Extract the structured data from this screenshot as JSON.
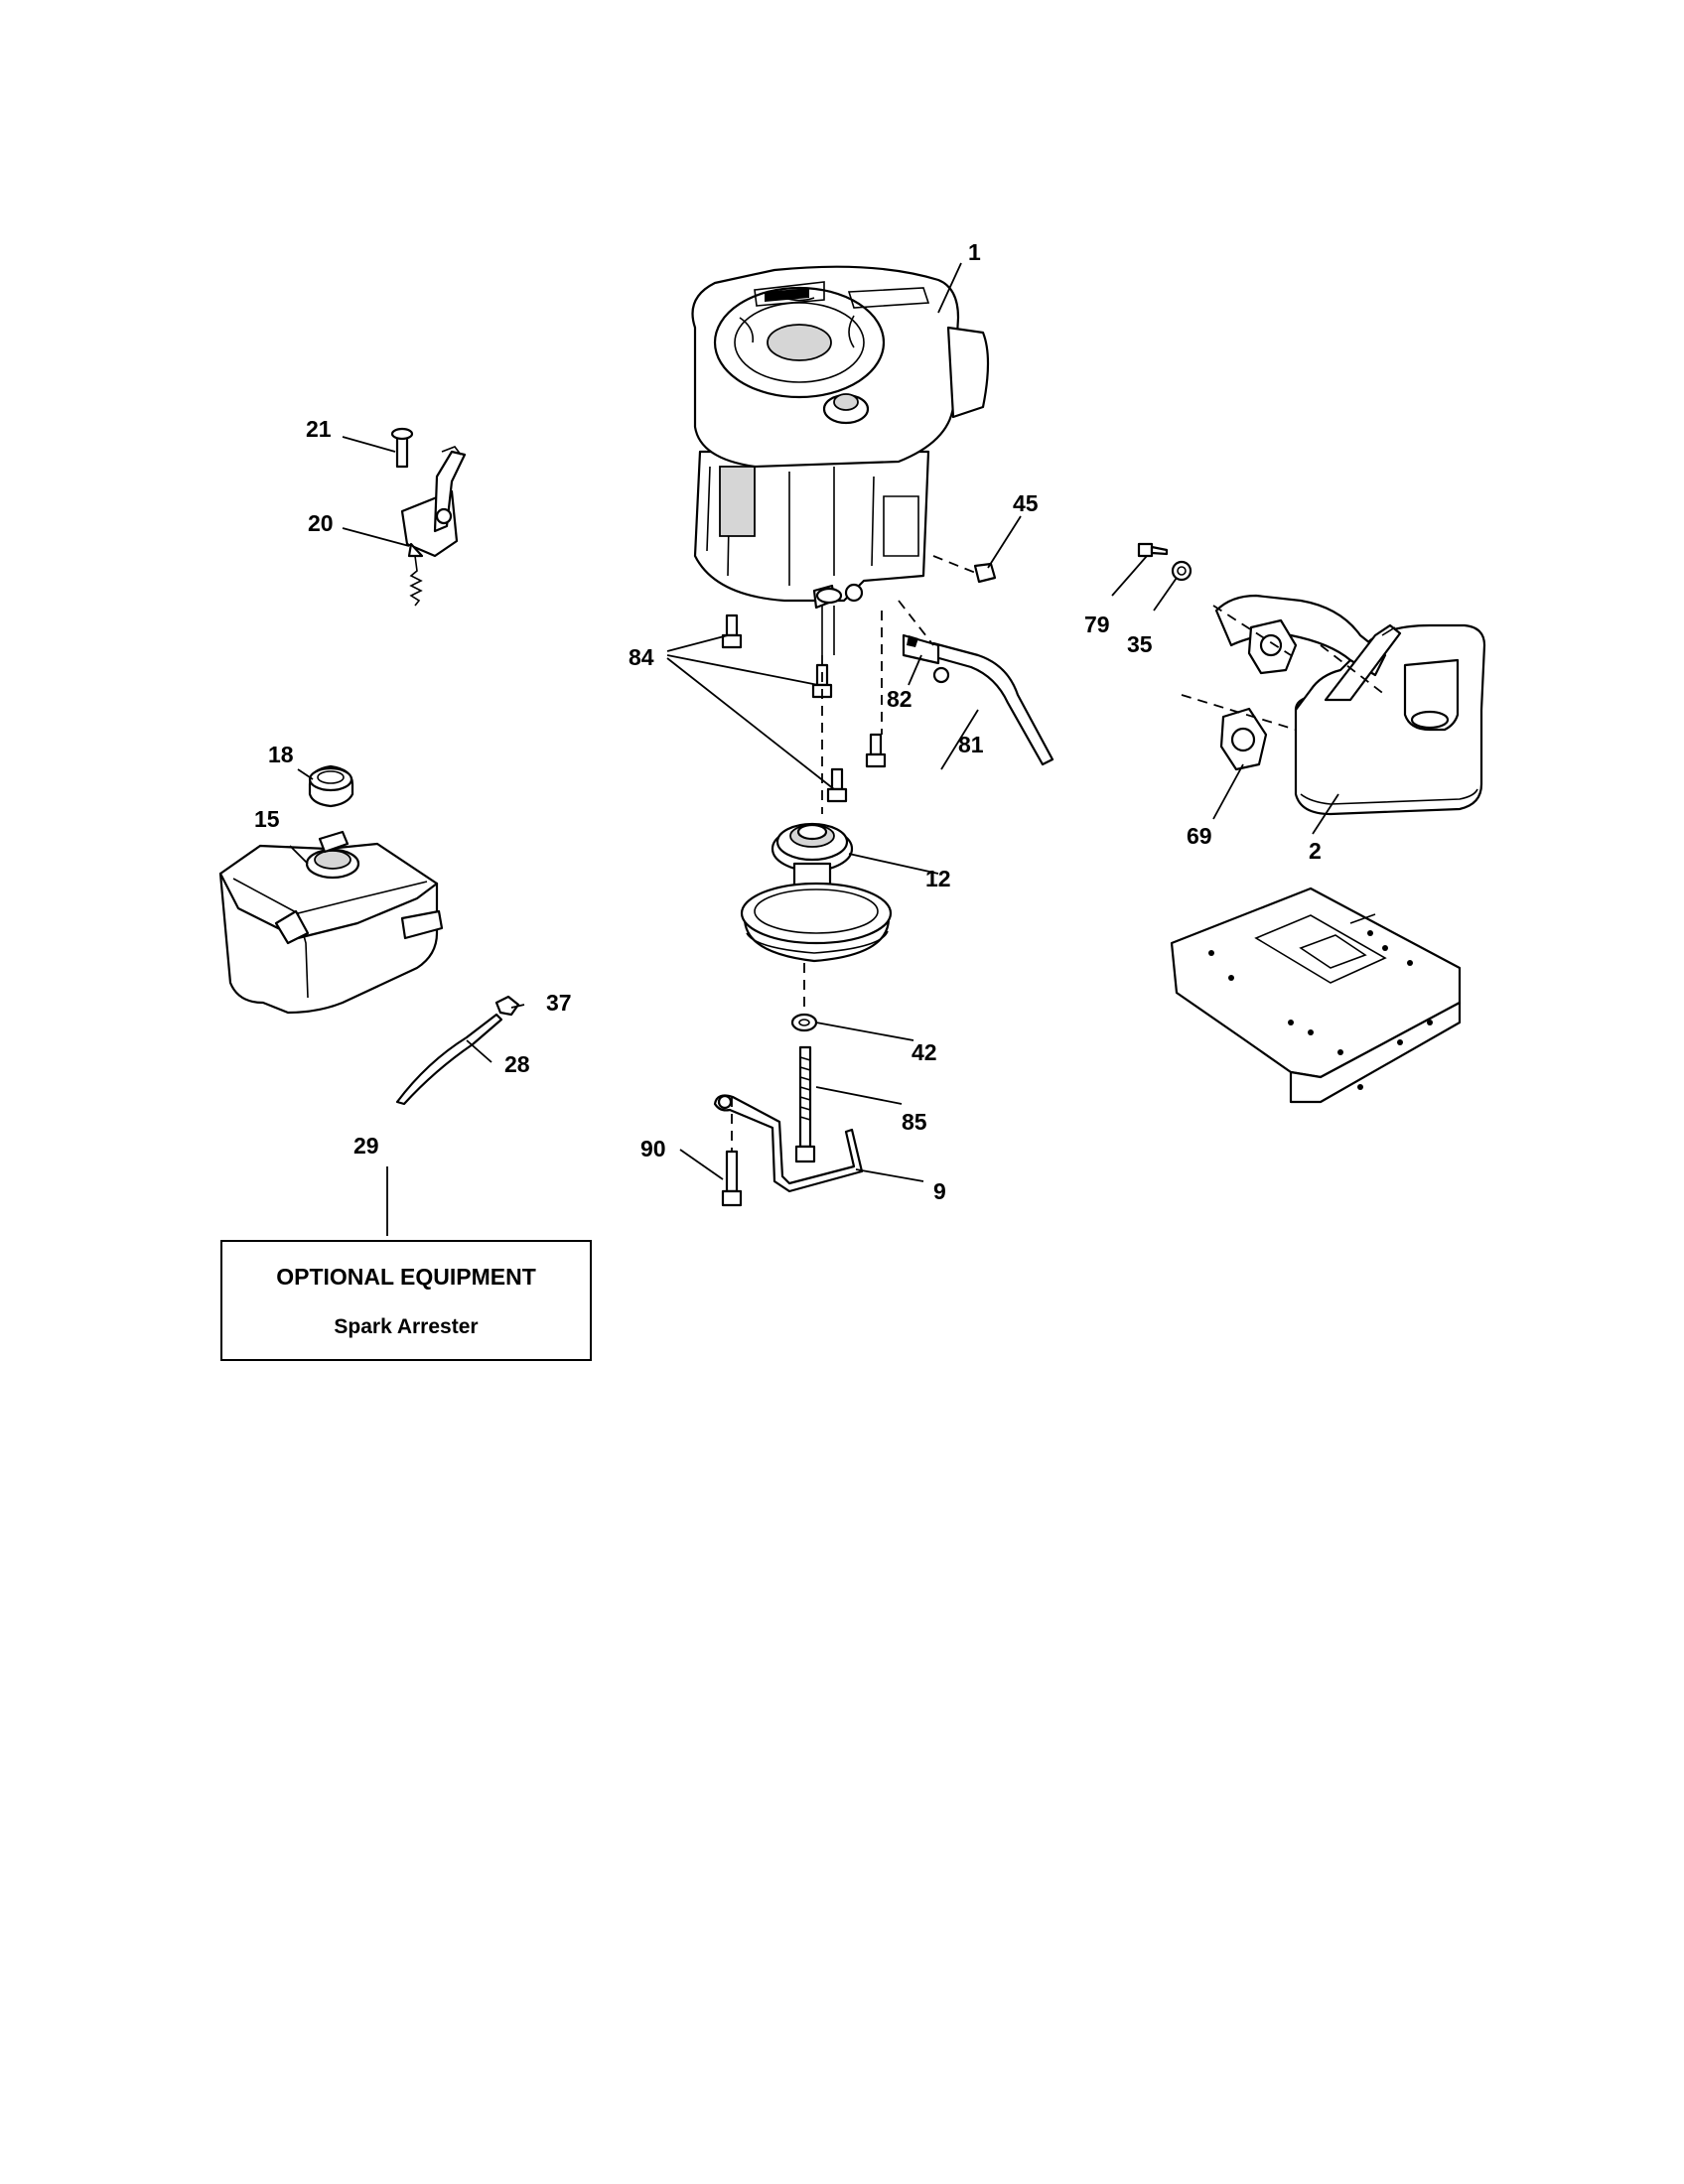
{
  "callouts": {
    "c1": "1",
    "c2": "2",
    "c9": "9",
    "c12": "12",
    "c15": "15",
    "c18": "18",
    "c20": "20",
    "c21": "21",
    "c28": "28",
    "c29": "29",
    "c35": "35",
    "c37": "37",
    "c42": "42",
    "c45": "45",
    "c69": "69",
    "c79": "79",
    "c81": "81",
    "c82": "82",
    "c84": "84",
    "c85": "85",
    "c90": "90"
  },
  "optional_equipment": {
    "title": "OPTIONAL EQUIPMENT",
    "item": "Spark Arrester"
  }
}
